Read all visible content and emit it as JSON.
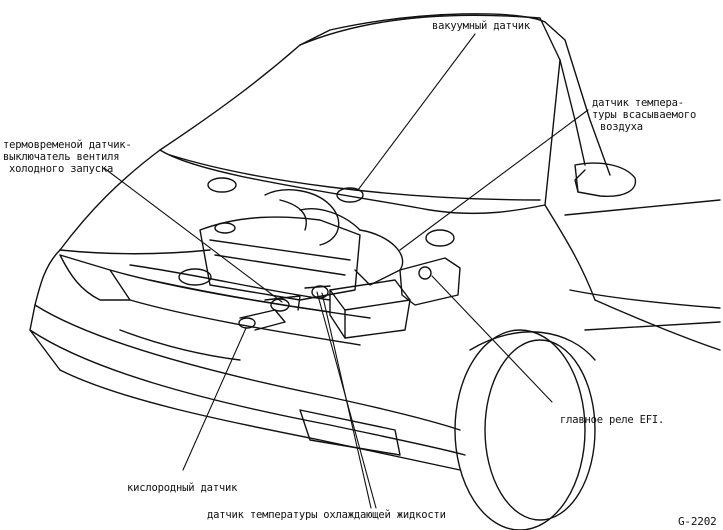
{
  "figure_code": "G-2202",
  "labels": {
    "vacuum_sensor": [
      "вакуумный датчик"
    ],
    "intake_air_temp_sensor": [
      "датчик темпера-",
      "туры всасываемого",
      "воздуха"
    ],
    "thermo_time_switch": [
      "термовременой датчик-",
      "выключатель вентиля",
      "холодного запуска"
    ],
    "main_relay": [
      "главное реле EFI."
    ],
    "oxygen_sensor": [
      "кислородный датчик"
    ],
    "coolant_temp_sensor": [
      "датчик температуры охлаждающей жидкости"
    ]
  }
}
